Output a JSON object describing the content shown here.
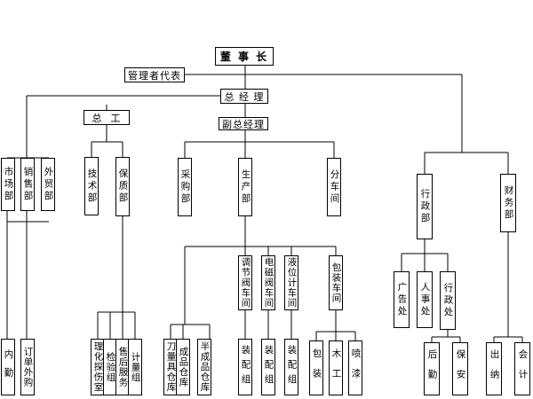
{
  "nodes": {
    "chairman": "董 事 长",
    "rep": "管理者代表",
    "gm": "总 经 理",
    "chief_engineer": "总  工",
    "deputy_gm": "副总经理",
    "market": "市场部",
    "sales": "销售部",
    "trade": "外贸部",
    "tech": "技术部",
    "qa": "保质部",
    "purchase": "采购部",
    "production": "生产部",
    "branch": "分车间",
    "admin": "行政部",
    "finance": "财务部",
    "valve": "调节阀车间",
    "emv": "电磁阀车间",
    "level": "液位计车间",
    "packing": "包装车间",
    "ad": "广告处",
    "hr": "人事处",
    "office": "行政处",
    "audit": "内勤",
    "order": "订单外购",
    "lab": "理化探伤室",
    "inspect": "检验组",
    "service": "售后服务",
    "measure": "计量组",
    "tool_store": "刀量具仓库",
    "product_store": "成品仓库",
    "semi_store": "半成品仓库",
    "assembly1": "装配组",
    "assembly2": "装配组",
    "assembly3": "装配组",
    "pack": "包装",
    "wood": "木工",
    "paint": "喷漆",
    "logistics": "后勤",
    "security": "保安",
    "cashier": "出纳",
    "account": "会计"
  }
}
